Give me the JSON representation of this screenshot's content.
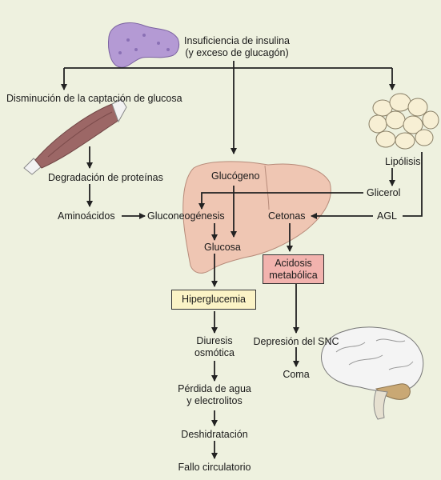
{
  "nodes": {
    "insulin_line1": "Insuficiencia de insulina",
    "insulin_line2": "(y exceso de glucagón)",
    "glucose_uptake": "Disminución de la captación de glucosa",
    "protein_breakdown": "Degradación de proteínas",
    "amino_acids": "Aminoácidos",
    "gluconeogenesis": "Gluconeogénesis",
    "glucose": "Glucosa",
    "glycogen": "Glucógeno",
    "ketones": "Cetonas",
    "lipolysis": "Lipólisis",
    "glycerol": "Glicerol",
    "ffa": "AGL",
    "acidosis_line1": "Acidosis",
    "acidosis_line2": "metabólica",
    "hyperglycemia": "Hiperglucemia",
    "diuresis_line1": "Diuresis",
    "diuresis_line2": "osmótica",
    "water_loss_line1": "Pérdida de agua",
    "water_loss_line2": "y electrolitos",
    "dehydration": "Deshidratación",
    "circulatory_failure": "Fallo circulatorio",
    "cns_depression": "Depresión del SNC",
    "coma": "Coma"
  },
  "colors": {
    "background": "#eef1df",
    "liver": "#efc6b3",
    "pancreas": "#b49ad4",
    "muscle": "#9c6766",
    "fat": "#f7efd4",
    "acidosis_box": "#f2b3ae",
    "hyperglycemia_box": "#fbf3c6",
    "brain": "#f4f4f4",
    "cerebellum": "#c9a874",
    "arrow": "#222222"
  }
}
